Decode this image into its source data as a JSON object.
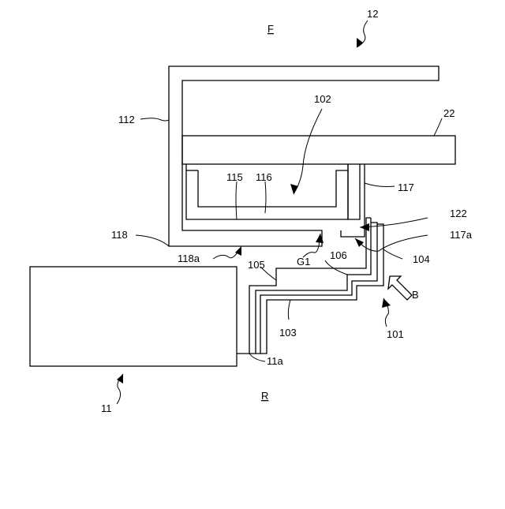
{
  "labels": {
    "direction_front": "F",
    "direction_rear": "R",
    "ref_12": "12",
    "ref_22": "22",
    "ref_102": "102",
    "ref_112": "112",
    "ref_115": "115",
    "ref_116": "116",
    "ref_117": "117",
    "ref_122": "122",
    "ref_117a": "117a",
    "ref_118": "118",
    "ref_118a": "118a",
    "ref_105": "105",
    "ref_G1": "G1",
    "ref_106": "106",
    "ref_104": "104",
    "ref_B": "B",
    "ref_103": "103",
    "ref_101": "101",
    "ref_11a": "11a",
    "ref_11": "11"
  }
}
